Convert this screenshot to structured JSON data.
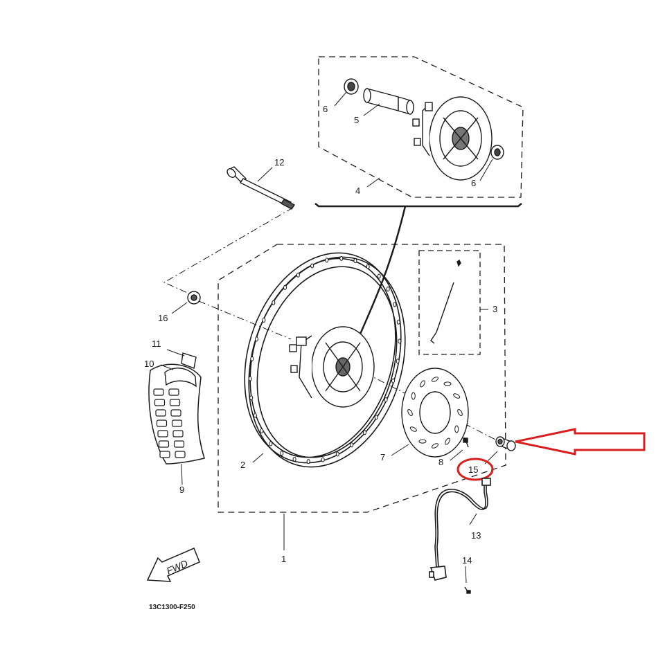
{
  "diagram": {
    "code": "13C1300-F250",
    "fwd_label": "FWD",
    "accent_color": "#d91e1e",
    "line_color": "#1a1a1a",
    "highlighted_part": "15"
  },
  "callouts": {
    "c1": "1",
    "c2": "2",
    "c3": "3",
    "c4": "4",
    "c5": "5",
    "c6a": "6",
    "c6b": "6",
    "c7": "7",
    "c8": "8",
    "c9": "9",
    "c10": "10",
    "c11": "11",
    "c12": "12",
    "c13": "13",
    "c14": "14",
    "c15": "15",
    "c16": "16"
  }
}
